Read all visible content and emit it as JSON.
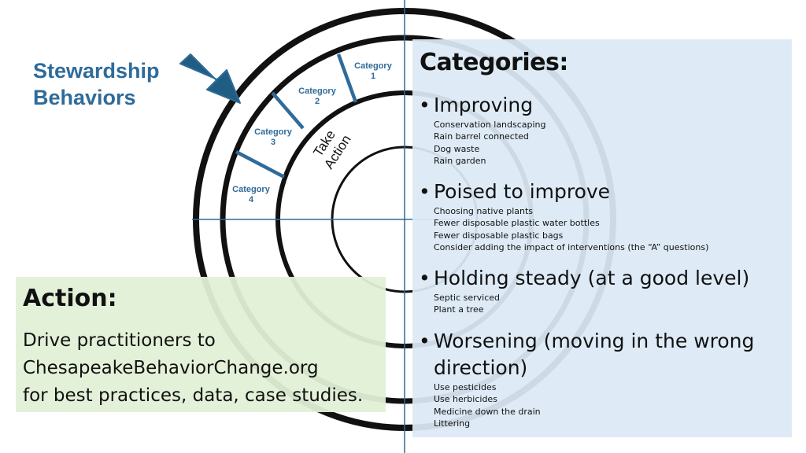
{
  "diagram": {
    "stewardship_label": [
      "Stewardship",
      "Behaviors"
    ],
    "ring_categories": [
      {
        "label": "Category",
        "number": "1"
      },
      {
        "label": "Category",
        "number": "2"
      },
      {
        "label": "Category",
        "number": "3"
      },
      {
        "label": "Category",
        "number": "4"
      }
    ],
    "center_label": [
      "Take",
      "Action"
    ],
    "colors": {
      "ring": "#111111",
      "accent": "#2f6b9a",
      "arrow": "#1f5e82"
    }
  },
  "categories_panel": {
    "title": "Categories:",
    "items": [
      {
        "heading": "Improving",
        "details": [
          "Conservation landscaping",
          "Rain barrel connected",
          "Dog waste",
          "Rain garden"
        ]
      },
      {
        "heading": "Poised to improve",
        "details": [
          "Choosing native plants",
          "Fewer disposable plastic water bottles",
          "Fewer disposable plastic bags",
          "Consider adding the impact of interventions (the “A” questions)"
        ]
      },
      {
        "heading": "Holding steady (at a good level)",
        "details": [
          "Septic serviced",
          "Plant a tree"
        ]
      },
      {
        "heading": "Worsening (moving in the wrong",
        "heading_cont": "direction)",
        "details": [
          "Use pesticides",
          "Use herbicides",
          "Medicine down the drain",
          "Littering"
        ]
      }
    ]
  },
  "action_panel": {
    "title": "Action:",
    "body": [
      "Drive practitioners to",
      "ChesapeakeBehaviorChange.org",
      "for best practices, data, case studies."
    ]
  }
}
